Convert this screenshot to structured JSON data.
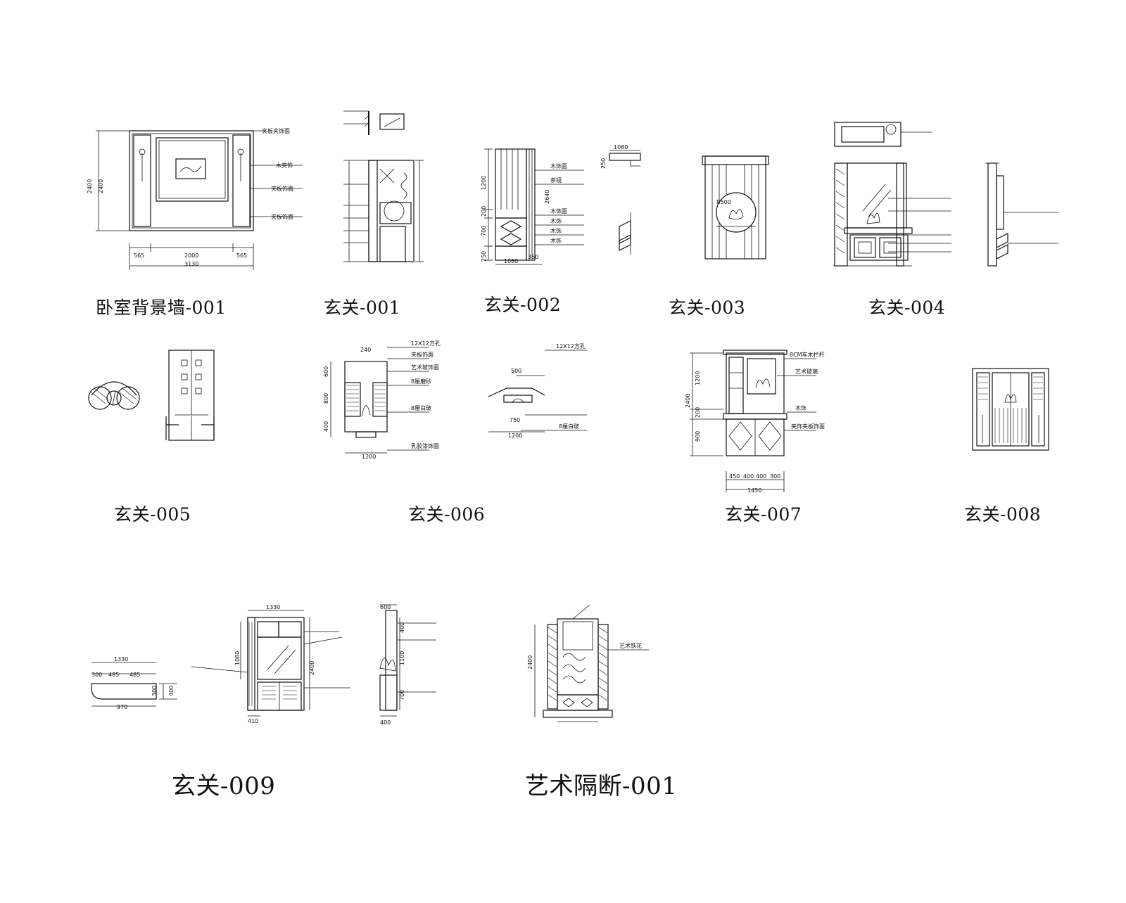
{
  "captions": {
    "d1": "卧室背景墙-001",
    "d2": "玄关-001",
    "d3": "玄关-002",
    "d4": "玄关-003",
    "d5": "玄关-004",
    "d6": "玄关-005",
    "d7": "玄关-006",
    "d8": "玄关-007",
    "d9": "玄关-008",
    "d10": "玄关-009",
    "d11": "艺术隔断-001"
  },
  "dims": {
    "bw_2400_a": "2400",
    "bw_2400_b": "2400",
    "bw_565_a": "565",
    "bw_2000": "2000",
    "bw_565_b": "565",
    "bw_3130": "3130",
    "x2_1080a": "1080",
    "x2_1200": "1200",
    "x2_2640": "2640",
    "x2_200": "200",
    "x2_700": "700",
    "x2_250": "250",
    "x2_1080b": "1080",
    "x2_350": "350",
    "x2_250b": "250",
    "x3_r500": "R500",
    "x6_240": "240",
    "x6_600": "600",
    "x6_800": "800",
    "x6_400": "400",
    "x6_1200": "1200",
    "x6_500": "500",
    "x6_750": "750",
    "x6_1200b": "1200",
    "x7_2400": "2400",
    "x7_1200": "1200",
    "x7_200": "200",
    "x7_900": "900",
    "x7_450": "450",
    "x7_400a": "400",
    "x7_400b": "400",
    "x7_300": "300",
    "x7_1450": "1450",
    "x9_1330a": "1330",
    "x9_1330b": "1330",
    "x9_300": "300",
    "x9_485a": "485",
    "x9_485b": "485",
    "x9_300b": "300",
    "x9_400": "400",
    "x9_970": "970",
    "x9_1080": "1080",
    "x9_2400": "2400",
    "x9_410": "410",
    "x9_600": "600",
    "x9_400a": "400",
    "x9_1100": "1100",
    "x9_700": "700",
    "x9_400b": "400",
    "ab_2400": "2400"
  },
  "notes": {
    "x7_note1": "8CM车木栏杆",
    "x7_note2": "木饰",
    "x7_note3": "夹饰夹板饰面",
    "x6_note1": "12X12方孔",
    "x6_note2": "8厘白玻",
    "x6_note3": "12X12方孔",
    "x6_note4": "8厘白玻",
    "ab_note1": "艺术铁花"
  }
}
